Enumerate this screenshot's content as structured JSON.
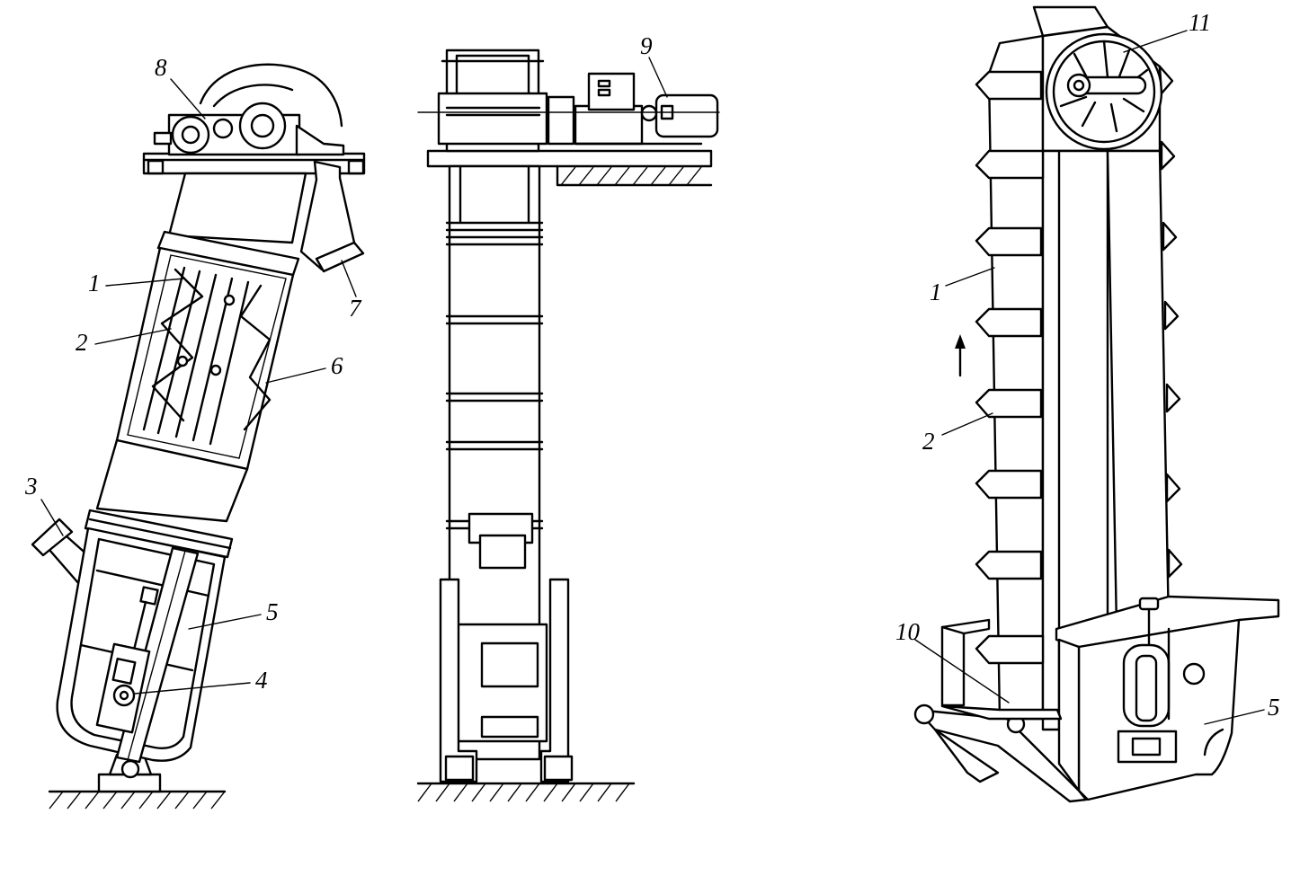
{
  "figure": {
    "left_view": {
      "callouts": [
        "1",
        "2",
        "3",
        "4",
        "5",
        "6",
        "7",
        "8"
      ]
    },
    "middle_view": {
      "callouts": [
        "9"
      ]
    },
    "right_view": {
      "callouts": [
        "1",
        "2",
        "5",
        "10",
        "11"
      ],
      "direction_arrow": "up-arrow"
    }
  }
}
